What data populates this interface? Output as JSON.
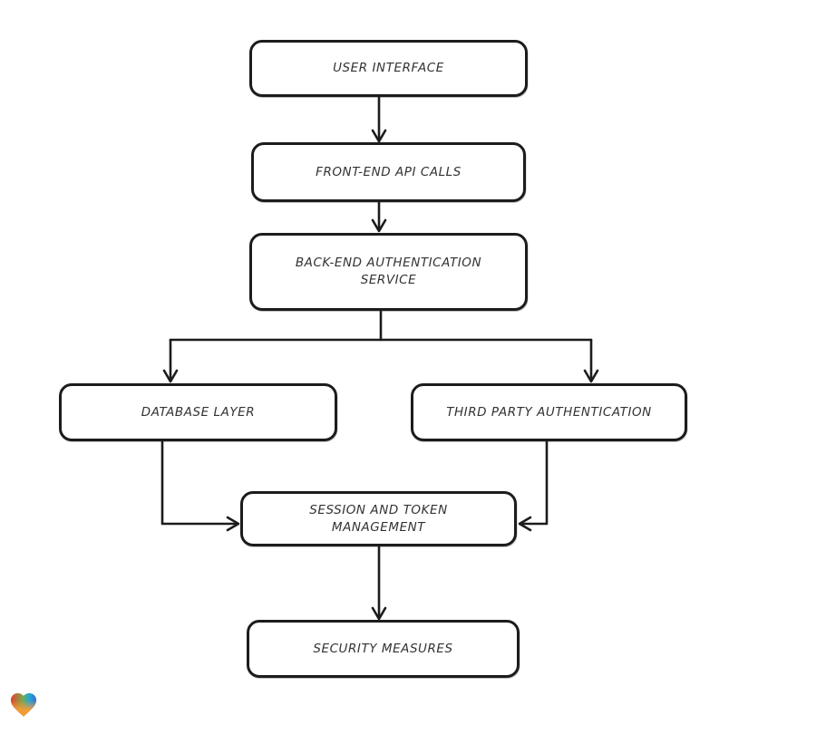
{
  "page": {
    "background": "#ffffff"
  },
  "diagram": {
    "type": "flowchart",
    "style": "hand-drawn",
    "stroke_color": "#1c1c1c",
    "node_fill": "#ffffff",
    "text_color": "#333333",
    "nodes": [
      {
        "id": "user-interface",
        "label": "USER INTERFACE"
      },
      {
        "id": "front-end-api-calls",
        "label": "FRONT-END API CALLS"
      },
      {
        "id": "back-end-authentication-service",
        "label": "BACK-END AUTHENTICATION\nSERVICE"
      },
      {
        "id": "database-layer",
        "label": "DATABASE LAYER"
      },
      {
        "id": "third-party-authentication",
        "label": "THIRD PARTY AUTHENTICATION"
      },
      {
        "id": "session-and-token-management",
        "label": "SESSION AND TOKEN\nMANAGEMENT"
      },
      {
        "id": "security-measures",
        "label": "SECURITY MEASURES"
      }
    ],
    "edges": [
      {
        "from": "user-interface",
        "to": "front-end-api-calls"
      },
      {
        "from": "front-end-api-calls",
        "to": "back-end-authentication-service"
      },
      {
        "from": "back-end-authentication-service",
        "to": "database-layer"
      },
      {
        "from": "back-end-authentication-service",
        "to": "third-party-authentication"
      },
      {
        "from": "database-layer",
        "to": "session-and-token-management"
      },
      {
        "from": "third-party-authentication",
        "to": "session-and-token-management"
      },
      {
        "from": "session-and-token-management",
        "to": "security-measures"
      }
    ]
  },
  "branding": {
    "logo_icon": "heart-gradient-logo",
    "logo_colors": [
      "#e8402d",
      "#7aa84c",
      "#22a7d4",
      "#3b6fd1",
      "#f29c38"
    ]
  }
}
